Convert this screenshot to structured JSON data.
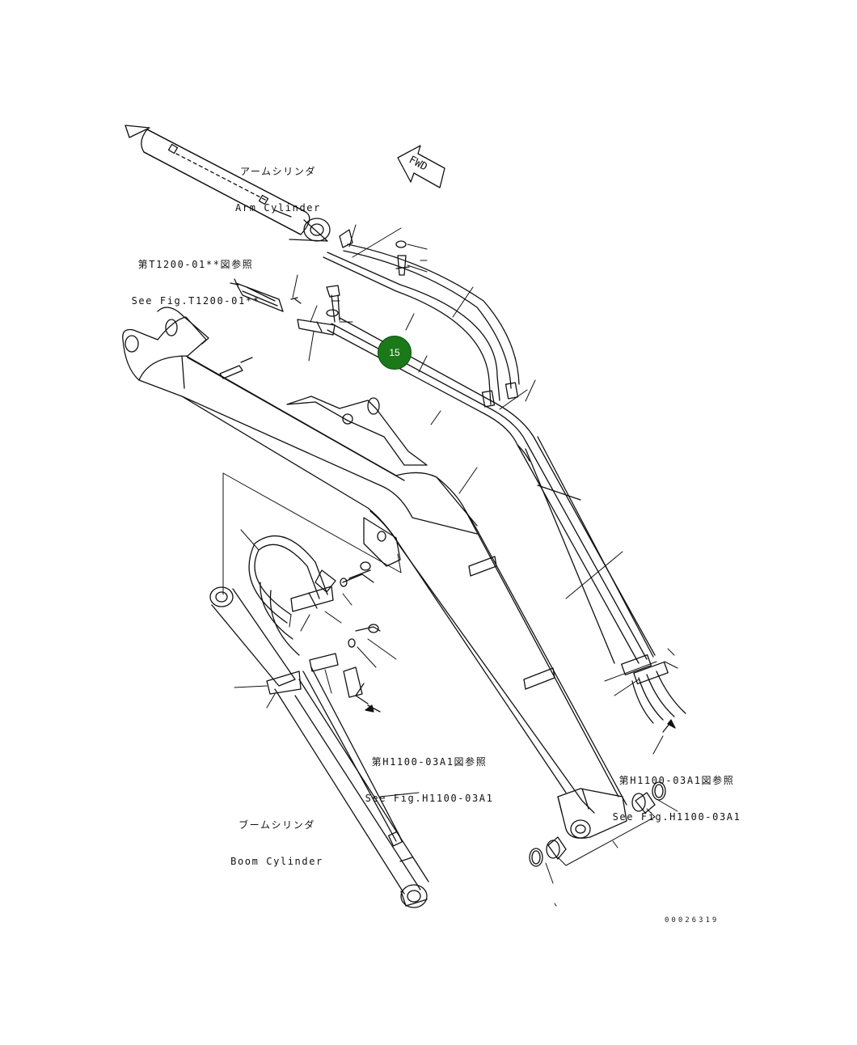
{
  "labels": {
    "arm_cylinder_jp": "アームシリンダ",
    "arm_cylinder_en": "Arm Cylinder",
    "ref_t1200_jp": "第T1200-01**図参照",
    "ref_t1200_en": "See Fig.T1200-01**",
    "ref_h1100_mid_jp": "第H1100-03A1図参照",
    "ref_h1100_mid_en": "See Fig.H1100-03A1",
    "ref_h1100_right_jp": "第H1100-03A1図参照",
    "ref_h1100_right_en": "See Fig.H1100-03A1",
    "boom_cylinder_jp": "ブームシリンダ",
    "boom_cylinder_en": "Boom Cylinder",
    "fwd": "FWD"
  },
  "callout": {
    "number": "15",
    "color": "#1a7a1a"
  },
  "doc_id": "00026319",
  "colors": {
    "line": "#111111"
  }
}
